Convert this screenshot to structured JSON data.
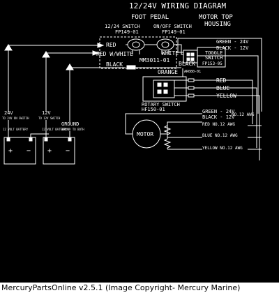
{
  "diagram": {
    "title": "12/24V WIRING DIAGRAM",
    "headers": {
      "foot_pedal": "FOOT PEDAL",
      "motor_top_1": "MOTOR TOP",
      "motor_top_2": "HOUSING"
    },
    "switches": {
      "switch_12_24": {
        "label": "12/24 SWITCH",
        "part": "FP149-01"
      },
      "on_off": {
        "label": "ON/OFF SWITCH",
        "part": "FP149-01"
      }
    },
    "wires_left": {
      "red": "RED",
      "red_white": "RED W/WHITE",
      "black": "BLACK"
    },
    "pedal_parts": {
      "white": "WHITE",
      "mm3011": "MM3011-01",
      "black": "BLACK"
    },
    "toggle": {
      "line1": "TOGGLE",
      "line2": "SWITCH",
      "part": "FP153-05",
      "small": "AR080-01"
    },
    "top_right": {
      "green": "GREEN - 24V",
      "black": "BLACK - 12V"
    },
    "rotary": {
      "orange": "ORANGE",
      "label": "ROTARY SWITCH",
      "part": "HF150-01"
    },
    "outputs": {
      "red": "RED",
      "blue": "BLUE",
      "yellow": "YELLOW"
    },
    "lower_right": {
      "green": "GREEN - 24V",
      "black": "BLACK - 12V",
      "awg_main": "NO.12 AWG",
      "red": "RED NO.12 AWG",
      "blue": "BLUE NO.12 AWG",
      "yellow": "YELLOW NO.12 AWG"
    },
    "motor": "MOTOR",
    "batteries": {
      "v24": "24V",
      "v24_sub": "TO 24V ON SWITCH",
      "v12": "12V",
      "v12_sub": "TO 12V SWITCH",
      "ground": "GROUND",
      "ground_sub": "GROUND TO BOTH",
      "box1_label": "12 VOLT BATTERY",
      "box2_label": "12 VOLT BATTERY",
      "plus": "+",
      "minus": "−"
    }
  },
  "caption": "MercuryPartsOnline v2.5.1 (Image Copyright- Mercury Marine)",
  "colors": {
    "background": "#000000",
    "line": "#ffffff",
    "caption_bg": "#ffffff",
    "caption_text": "#000000"
  }
}
